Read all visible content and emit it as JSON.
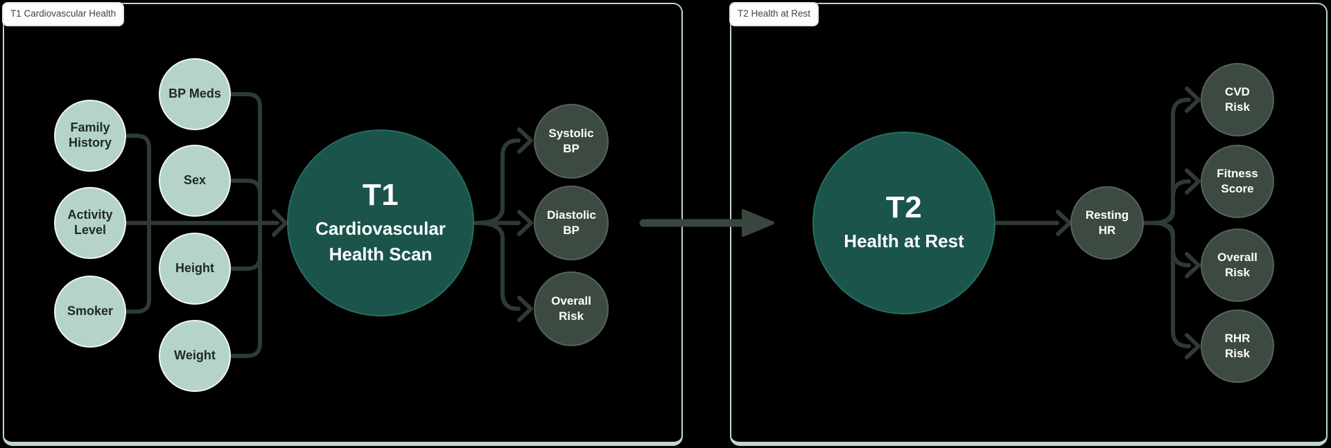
{
  "panel1": {
    "tab": "T1 Cardiovascular Health",
    "hub_title": "T1",
    "hub_subtitle": "Cardiovascular Health Scan",
    "inputs": [
      "Family History",
      "Activity Level",
      "Smoker",
      "BP Meds",
      "Sex",
      "Height",
      "Weight"
    ],
    "outputs": [
      "Systolic BP",
      "Diastolic BP",
      "Overall Risk"
    ]
  },
  "panel2": {
    "tab": "T2 Health at Rest",
    "hub_title": "T2",
    "hub_subtitle": "Health at Rest",
    "intermediate": "Resting HR",
    "outputs": [
      "CVD Risk",
      "Fitness Score",
      "Overall Risk",
      "RHR Risk"
    ]
  },
  "colors": {
    "background": "#000000",
    "panel_border": "#bcd8ce",
    "input_node": "#b6d3c8",
    "hub_node": "#1a544b",
    "output_node": "#3d4a42",
    "edge": "#2e3b34",
    "big_arrow": "#3a473f",
    "node_text_dark": "#1d2a24",
    "node_text_light": "#ffffff"
  }
}
